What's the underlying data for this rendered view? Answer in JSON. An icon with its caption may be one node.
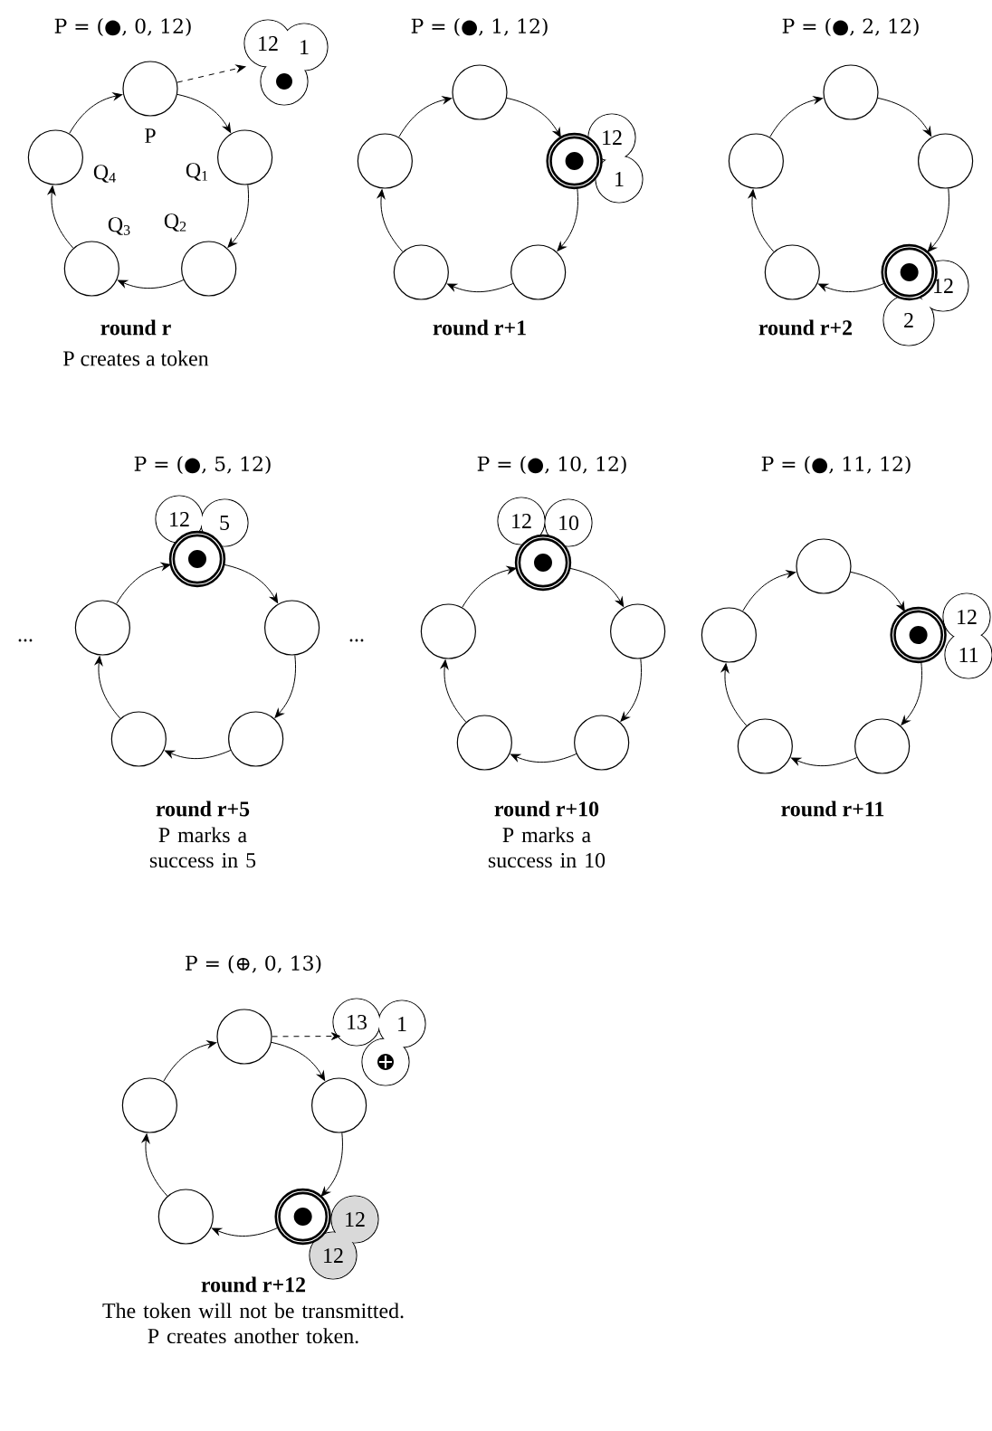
{
  "diagram": {
    "nodes": [
      {
        "text": [],
        "shape": "circle",
        "beside": [
          "P"
        ]
      },
      {
        "text": [],
        "shape": "circle",
        "beside": [
          "Q$_{1}$"
        ]
      },
      {
        "text": [],
        "shape": "circle",
        "beside": [
          "Q$_{2}$"
        ]
      },
      {
        "text": [],
        "shape": "circle",
        "beside": [
          "Q$_{3}$"
        ]
      },
      {
        "text": [],
        "shape": "circle",
        "beside": [
          "Q$_{4}$"
        ]
      },
      {
        "text": [
          "12",
          "1"
        ]
      },
      {
        "text": [],
        "shape": "circle"
      },
      {
        "text": [],
        "shape": "circle"
      },
      {
        "text": [],
        "shape": "circle"
      },
      {
        "text": [],
        "shape": "circle"
      },
      {
        "text": [],
        "shape": "circle"
      },
      {
        "text": [
          "12",
          "1"
        ]
      },
      {
        "text": [],
        "shape": "circle"
      },
      {
        "text": [],
        "shape": "circle"
      },
      {
        "text": [],
        "shape": "circle"
      },
      {
        "text": [],
        "shape": "circle"
      },
      {
        "text": [],
        "shape": "circle"
      },
      {
        "text": [
          "12",
          "2"
        ]
      },
      {
        "text": [],
        "shape": "circle"
      },
      {
        "text": [],
        "shape": "circle"
      },
      {
        "text": [],
        "shape": "circle"
      },
      {
        "text": [],
        "shape": "circle"
      },
      {
        "text": [],
        "shape": "circle"
      },
      {
        "text": [
          "12",
          "5"
        ]
      },
      {
        "text": [],
        "shape": "circle"
      },
      {
        "text": [],
        "shape": "circle"
      },
      {
        "text": [],
        "shape": "circle"
      },
      {
        "text": [],
        "shape": "circle"
      },
      {
        "text": [],
        "shape": "circle"
      },
      {
        "text": [
          "12",
          "10"
        ]
      },
      {
        "text": [],
        "shape": "circle"
      },
      {
        "text": [],
        "shape": "circle"
      },
      {
        "text": [],
        "shape": "circle"
      },
      {
        "text": [],
        "shape": "circle"
      },
      {
        "text": [],
        "shape": "circle"
      },
      {
        "text": [
          "12",
          "11"
        ]
      },
      {
        "text": [],
        "shape": "circle"
      },
      {
        "text": [],
        "shape": "circle"
      },
      {
        "text": [],
        "shape": "circle"
      },
      {
        "text": [],
        "shape": "circle"
      },
      {
        "text": [],
        "shape": "circle"
      },
      {
        "text": [
          "13",
          "1"
        ]
      },
      {
        "text": [
          "12",
          "12"
        ]
      }
    ],
    "edges": [
      {
        "from": 0,
        "to": 1,
        "arrow": "to"
      },
      {
        "from": 1,
        "to": 2,
        "arrow": "to"
      },
      {
        "from": 2,
        "to": 3,
        "arrow": "to"
      },
      {
        "from": 3,
        "to": 4,
        "arrow": "to"
      },
      {
        "from": 4,
        "to": 0,
        "arrow": "to"
      },
      {
        "from": 0,
        "to": 5,
        "arrow": "to",
        "style": "dashed"
      },
      {
        "from": 6,
        "to": 7,
        "arrow": "to"
      },
      {
        "from": 7,
        "to": 8,
        "arrow": "to"
      },
      {
        "from": 8,
        "to": 9,
        "arrow": "to"
      },
      {
        "from": 9,
        "to": 10,
        "arrow": "to"
      },
      {
        "from": 10,
        "to": 6,
        "arrow": "to"
      },
      {
        "from": 12,
        "to": 13,
        "arrow": "to"
      },
      {
        "from": 13,
        "to": 14,
        "arrow": "to"
      },
      {
        "from": 14,
        "to": 15,
        "arrow": "to"
      },
      {
        "from": 15,
        "to": 16,
        "arrow": "to"
      },
      {
        "from": 16,
        "to": 12,
        "arrow": "to"
      },
      {
        "from": 18,
        "to": 19,
        "arrow": "to"
      },
      {
        "from": 19,
        "to": 20,
        "arrow": "to"
      },
      {
        "from": 20,
        "to": 21,
        "arrow": "to"
      },
      {
        "from": 21,
        "to": 22,
        "arrow": "to"
      },
      {
        "from": 22,
        "to": 18,
        "arrow": "to"
      },
      {
        "from": 24,
        "to": 25,
        "arrow": "to"
      },
      {
        "from": 25,
        "to": 26,
        "arrow": "to"
      },
      {
        "from": 26,
        "to": 27,
        "arrow": "to"
      },
      {
        "from": 27,
        "to": 28,
        "arrow": "to"
      },
      {
        "from": 28,
        "to": 24,
        "arrow": "to"
      },
      {
        "from": 30,
        "to": 31,
        "arrow": "to"
      },
      {
        "from": 31,
        "to": 32,
        "arrow": "to"
      },
      {
        "from": 32,
        "to": 33,
        "arrow": "to"
      },
      {
        "from": 33,
        "to": 34,
        "arrow": "to"
      },
      {
        "from": 34,
        "to": 30,
        "arrow": "to"
      },
      {
        "from": 36,
        "to": 37,
        "arrow": "to"
      },
      {
        "from": 37,
        "to": 38,
        "arrow": "to"
      },
      {
        "from": 38,
        "to": 39,
        "arrow": "to"
      },
      {
        "from": 39,
        "to": 40,
        "arrow": "to"
      },
      {
        "from": 40,
        "to": 36,
        "arrow": "to"
      },
      {
        "from": 36,
        "to": 41,
        "arrow": "to",
        "style": "dashed"
      }
    ],
    "labels": [
      "P = (●, 0, 12)",
      "P = (●, 1, 12)",
      "P = (●, 2, 12)",
      "round r",
      "P creates a token",
      "round r+1",
      "round r+2",
      "P = (●, 5, 12)",
      "P = (●, 10, 12)",
      "P = (●, 11, 12)",
      "...",
      "...",
      "round r+5",
      "P marks a success in 5",
      "round r+10",
      "P marks a success in 10",
      "round r+11",
      "P = (⊕, 0, 13)",
      "round r+12",
      "The token will not be transmitted. P creates another token."
    ]
  }
}
